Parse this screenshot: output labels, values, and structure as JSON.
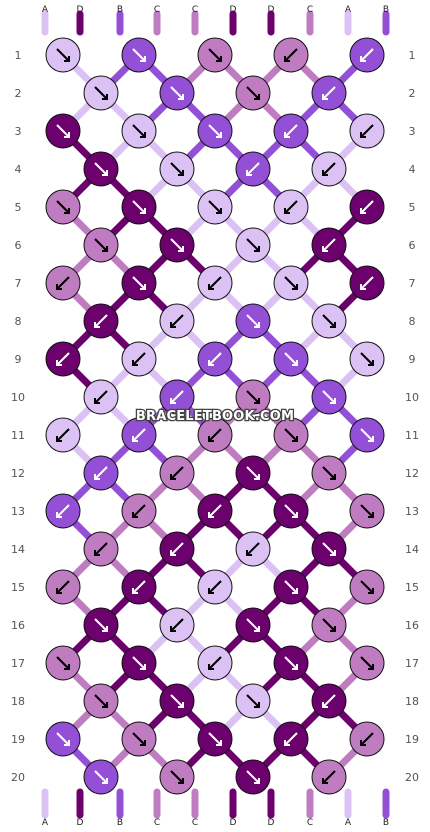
{
  "pattern": {
    "watermark": "BRACELETBOOK.COM",
    "strings_top": [
      "A",
      "D",
      "B",
      "C",
      "C",
      "D",
      "D",
      "C",
      "A",
      "B"
    ],
    "strings_bottom": [
      "A",
      "D",
      "B",
      "C",
      "C",
      "D",
      "D",
      "C",
      "A",
      "B"
    ],
    "colors": {
      "A": "#dcc1f4",
      "B": "#9350d6",
      "C": "#c07cc0",
      "D": "#6c006c"
    },
    "rows": [
      {
        "n": "1",
        "knots": [
          [
            "A",
            "se"
          ],
          [
            "B",
            "se"
          ],
          [
            "C",
            "se"
          ],
          [
            "C",
            "sw"
          ],
          [
            "B",
            "sw"
          ]
        ]
      },
      {
        "n": "2",
        "knots": [
          [
            "A",
            "se"
          ],
          [
            "B",
            "se"
          ],
          [
            "C",
            "se"
          ],
          [
            "B",
            "sw"
          ]
        ]
      },
      {
        "n": "3",
        "knots": [
          [
            "D",
            "se"
          ],
          [
            "A",
            "se"
          ],
          [
            "B",
            "se"
          ],
          [
            "B",
            "sw"
          ],
          [
            "A",
            "sw"
          ]
        ]
      },
      {
        "n": "4",
        "knots": [
          [
            "D",
            "se"
          ],
          [
            "A",
            "se"
          ],
          [
            "B",
            "sw"
          ],
          [
            "A",
            "sw"
          ]
        ]
      },
      {
        "n": "5",
        "knots": [
          [
            "C",
            "se"
          ],
          [
            "D",
            "se"
          ],
          [
            "A",
            "se"
          ],
          [
            "A",
            "sw"
          ],
          [
            "D",
            "sw"
          ]
        ]
      },
      {
        "n": "6",
        "knots": [
          [
            "C",
            "se"
          ],
          [
            "D",
            "se"
          ],
          [
            "A",
            "se"
          ],
          [
            "D",
            "sw"
          ]
        ]
      },
      {
        "n": "7",
        "knots": [
          [
            "C",
            "sw"
          ],
          [
            "D",
            "se"
          ],
          [
            "A",
            "sw"
          ],
          [
            "A",
            "se"
          ],
          [
            "D",
            "sw"
          ]
        ]
      },
      {
        "n": "8",
        "knots": [
          [
            "D",
            "sw"
          ],
          [
            "A",
            "sw"
          ],
          [
            "B",
            "se"
          ],
          [
            "A",
            "se"
          ]
        ]
      },
      {
        "n": "9",
        "knots": [
          [
            "D",
            "sw"
          ],
          [
            "A",
            "sw"
          ],
          [
            "B",
            "sw"
          ],
          [
            "B",
            "se"
          ],
          [
            "A",
            "se"
          ]
        ]
      },
      {
        "n": "10",
        "knots": [
          [
            "A",
            "sw"
          ],
          [
            "B",
            "sw"
          ],
          [
            "C",
            "se"
          ],
          [
            "B",
            "se"
          ]
        ]
      },
      {
        "n": "11",
        "knots": [
          [
            "A",
            "sw"
          ],
          [
            "B",
            "sw"
          ],
          [
            "C",
            "sw"
          ],
          [
            "C",
            "se"
          ],
          [
            "B",
            "se"
          ]
        ]
      },
      {
        "n": "12",
        "knots": [
          [
            "B",
            "sw"
          ],
          [
            "C",
            "sw"
          ],
          [
            "D",
            "se"
          ],
          [
            "C",
            "se"
          ]
        ]
      },
      {
        "n": "13",
        "knots": [
          [
            "B",
            "sw"
          ],
          [
            "C",
            "sw"
          ],
          [
            "D",
            "sw"
          ],
          [
            "D",
            "se"
          ],
          [
            "C",
            "se"
          ]
        ]
      },
      {
        "n": "14",
        "knots": [
          [
            "C",
            "sw"
          ],
          [
            "D",
            "sw"
          ],
          [
            "A",
            "sw"
          ],
          [
            "D",
            "se"
          ]
        ]
      },
      {
        "n": "15",
        "knots": [
          [
            "C",
            "sw"
          ],
          [
            "D",
            "sw"
          ],
          [
            "A",
            "sw"
          ],
          [
            "D",
            "se"
          ],
          [
            "C",
            "se"
          ]
        ]
      },
      {
        "n": "16",
        "knots": [
          [
            "D",
            "se"
          ],
          [
            "A",
            "sw"
          ],
          [
            "D",
            "se"
          ],
          [
            "C",
            "se"
          ]
        ]
      },
      {
        "n": "17",
        "knots": [
          [
            "C",
            "se"
          ],
          [
            "D",
            "se"
          ],
          [
            "A",
            "sw"
          ],
          [
            "D",
            "se"
          ],
          [
            "C",
            "se"
          ]
        ]
      },
      {
        "n": "18",
        "knots": [
          [
            "C",
            "se"
          ],
          [
            "D",
            "se"
          ],
          [
            "A",
            "se"
          ],
          [
            "D",
            "sw"
          ]
        ]
      },
      {
        "n": "19",
        "knots": [
          [
            "B",
            "se"
          ],
          [
            "C",
            "se"
          ],
          [
            "D",
            "se"
          ],
          [
            "D",
            "sw"
          ],
          [
            "C",
            "sw"
          ]
        ]
      },
      {
        "n": "20",
        "knots": [
          [
            "B",
            "se"
          ],
          [
            "C",
            "se"
          ],
          [
            "D",
            "se"
          ],
          [
            "C",
            "sw"
          ]
        ]
      }
    ]
  }
}
